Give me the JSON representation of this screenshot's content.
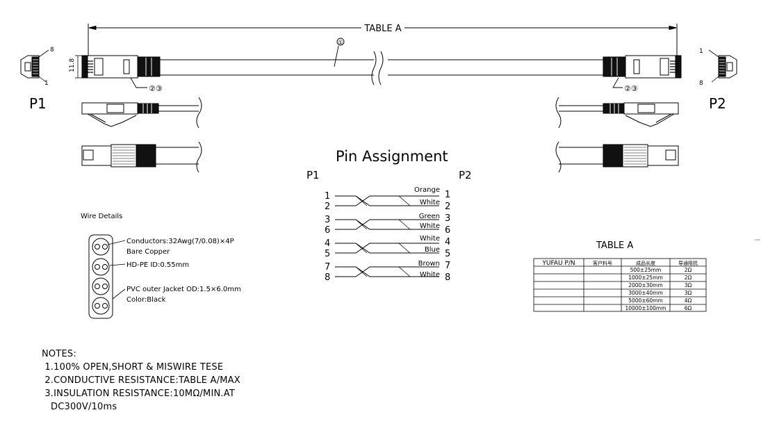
{
  "header": {
    "dimension_label": "TABLE A",
    "height_label": "11.8",
    "callout_1": "①",
    "callout_23": "②③"
  },
  "ends": {
    "p1": {
      "label": "P1",
      "pin_top": "8",
      "pin_bottom": "1"
    },
    "p2": {
      "label": "P2",
      "pin_top": "1",
      "pin_bottom": "8"
    }
  },
  "pin_assignment": {
    "title": "Pin Assignment",
    "left_label": "P1",
    "right_label": "P2",
    "left_pins": [
      "1",
      "2",
      "3",
      "6",
      "4",
      "5",
      "7",
      "8"
    ],
    "right_pins": [
      "1",
      "2",
      "3",
      "6",
      "4",
      "5",
      "7",
      "8"
    ],
    "colors": [
      "Orange",
      "White",
      "Green",
      "White",
      "White",
      "Blue",
      "Brown",
      "White"
    ]
  },
  "wire": {
    "title": "Wire Details",
    "conductors_1": "Conductors:32Awg(7/0.08)×4P",
    "conductors_2": "Bare Copper",
    "insulation": "HD-PE ID:0.55mm",
    "jacket_1": "PVC outer Jacket OD:1.5×6.0mm",
    "jacket_2": "Color:Black"
  },
  "table": {
    "title": "TABLE A",
    "headers": [
      "YUFAU P/N",
      "客户料号",
      "成品长度",
      "导通阻抗"
    ],
    "rows": [
      [
        "",
        "",
        "500±25mm",
        "2Ω"
      ],
      [
        "",
        "",
        "1000±25mm",
        "2Ω"
      ],
      [
        "",
        "",
        "2000±30mm",
        "3Ω"
      ],
      [
        "",
        "",
        "3000±40mm",
        "3Ω"
      ],
      [
        "",
        "",
        "5000±60mm",
        "4Ω"
      ],
      [
        "",
        "",
        "10000±100mm",
        "6Ω"
      ]
    ]
  },
  "notes": {
    "title": "NOTES:",
    "items": [
      " 1.100% OPEN,SHORT & MISWIRE TESE",
      " 2.CONDUCTIVE RESISTANCE:TABLE A/MAX",
      " 3.INSULATION RESISTANCE:10MΩ/MIN.AT",
      "   DC300V/10ms"
    ]
  }
}
